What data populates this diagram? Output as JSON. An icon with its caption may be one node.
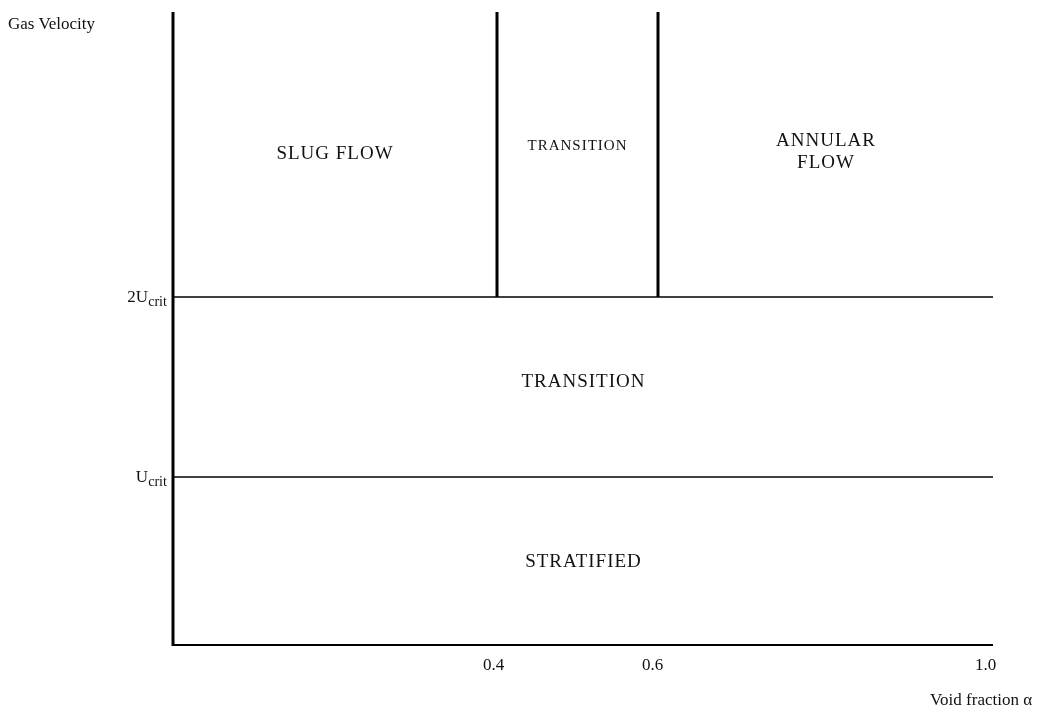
{
  "diagram": {
    "nodes": [
      {
        "text": [
          "SLUG FLOW"
        ]
      },
      {
        "text": [
          "TRANSITION"
        ]
      },
      {
        "text": [
          "ANNULAR FLOW"
        ]
      },
      {
        "text": [
          "TRANSITION"
        ]
      },
      {
        "text": [
          "STRATIFIED"
        ]
      }
    ],
    "labels": [
      "Gas Velocity",
      "2U$_{crit}$",
      "U$_{crit}$",
      "0.4",
      "0.6",
      "1.0",
      "Void fraction α"
    ]
  }
}
